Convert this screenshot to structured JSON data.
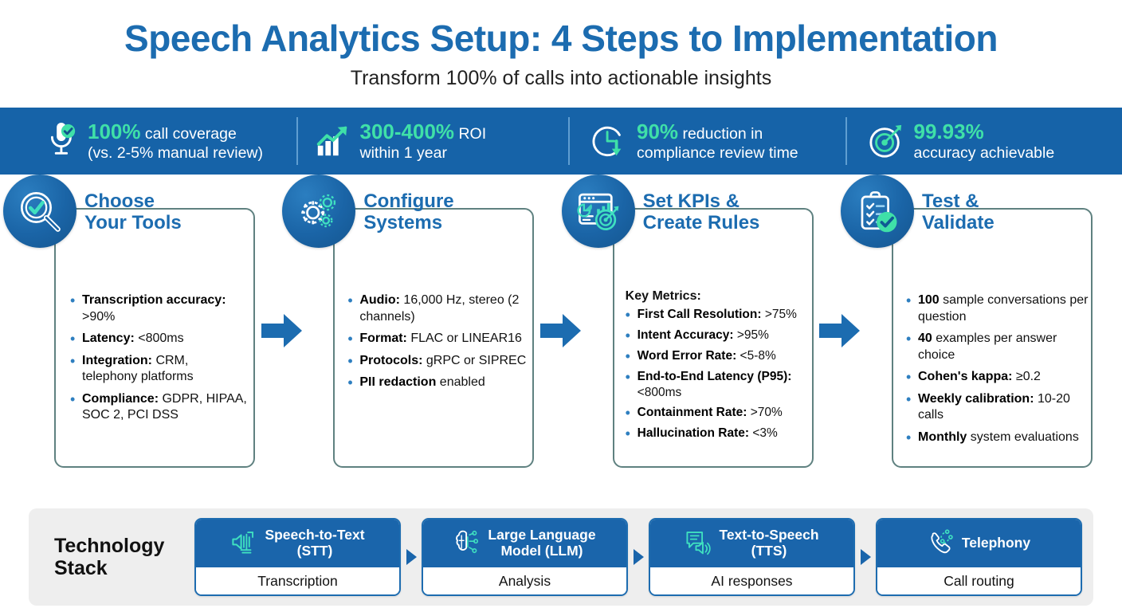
{
  "header": {
    "title": "Speech Analytics Setup: 4 Steps to Implementation",
    "subtitle": "Transform 100% of calls into actionable insights"
  },
  "colors": {
    "brand_blue": "#1c6cb0",
    "bar_blue": "#1663a8",
    "accent_green": "#3fe0a8",
    "card_border": "#5f8180",
    "panel_gray": "#eeeeee"
  },
  "stats": [
    {
      "icon": "microphone-check-icon",
      "big": "100%",
      "rest": " call coverage",
      "line2": "(vs. 2-5% manual review)"
    },
    {
      "icon": "growth-chart-icon",
      "big": "300-400%",
      "rest": " ROI",
      "line2": "within 1 year"
    },
    {
      "icon": "clock-down-arrow-icon",
      "big": "90%",
      "rest": " reduction in",
      "line2": "compliance review time"
    },
    {
      "icon": "target-dart-icon",
      "big": "99.93%",
      "rest": "",
      "line2": "accuracy achievable"
    }
  ],
  "steps": [
    {
      "icon": "magnifier-check-icon",
      "title": "Choose\nYour Tools",
      "title_l1": "Choose",
      "title_l2": "Your Tools",
      "key_metrics_label": "",
      "bullets": [
        {
          "label": "Transcription accuracy:",
          "value": " >90%"
        },
        {
          "label": "Latency:",
          "value": " <800ms"
        },
        {
          "label": "Integration:",
          "value": " CRM, telephony platforms"
        },
        {
          "label": "Compliance:",
          "value": " GDPR, HIPAA, SOC 2, PCI DSS"
        }
      ]
    },
    {
      "icon": "gears-icon",
      "title_l1": "Configure",
      "title_l2": "Systems",
      "key_metrics_label": "",
      "bullets": [
        {
          "label": "Audio:",
          "value": " 16,000 Hz, stereo (2 channels)"
        },
        {
          "label": "Format:",
          "value": " FLAC or LINEAR16"
        },
        {
          "label": "Protocols:",
          "value": " gRPC or SIPREC"
        },
        {
          "label": "PII redaction",
          "value": " enabled"
        }
      ]
    },
    {
      "icon": "dashboard-target-icon",
      "title_l1": "Set KPIs &",
      "title_l2": "Create Rules",
      "key_metrics_label": "Key Metrics:",
      "bullets": [
        {
          "label": "First Call Resolution:",
          "value": " >75%"
        },
        {
          "label": "Intent Accuracy:",
          "value": " >95%"
        },
        {
          "label": "Word Error Rate:",
          "value": " <5-8%"
        },
        {
          "label": "End-to-End Latency (P95):",
          "value": " <800ms"
        },
        {
          "label": "Containment Rate:",
          "value": " >70%"
        },
        {
          "label": "Hallucination Rate:",
          "value": " <3%"
        }
      ]
    },
    {
      "icon": "clipboard-check-icon",
      "title_l1": "Test &",
      "title_l2": "Validate",
      "key_metrics_label": "",
      "bullets": [
        {
          "label": "100",
          "value": " sample conversations per question"
        },
        {
          "label": "40",
          "value": " examples per answer choice"
        },
        {
          "label": "Cohen's kappa:",
          "value": " ≥0.2"
        },
        {
          "label": "Weekly calibration:",
          "value": " 10-20 calls"
        },
        {
          "label": "Monthly",
          "value": " system evaluations"
        }
      ]
    }
  ],
  "tech_stack": {
    "label_l1": "Technology",
    "label_l2": "Stack",
    "chips": [
      {
        "icon": "speaker-waveform-icon",
        "name_l1": "Speech-to-Text",
        "name_l2": "(STT)",
        "caption": "Transcription"
      },
      {
        "icon": "brain-circuit-icon",
        "name_l1": "Large Language",
        "name_l2": "Model (LLM)",
        "caption": "Analysis"
      },
      {
        "icon": "chat-speaker-icon",
        "name_l1": "Text-to-Speech",
        "name_l2": "(TTS)",
        "caption": "AI responses"
      },
      {
        "icon": "phone-network-icon",
        "name_l1": "Telephony",
        "name_l2": "",
        "caption": "Call routing"
      }
    ]
  }
}
